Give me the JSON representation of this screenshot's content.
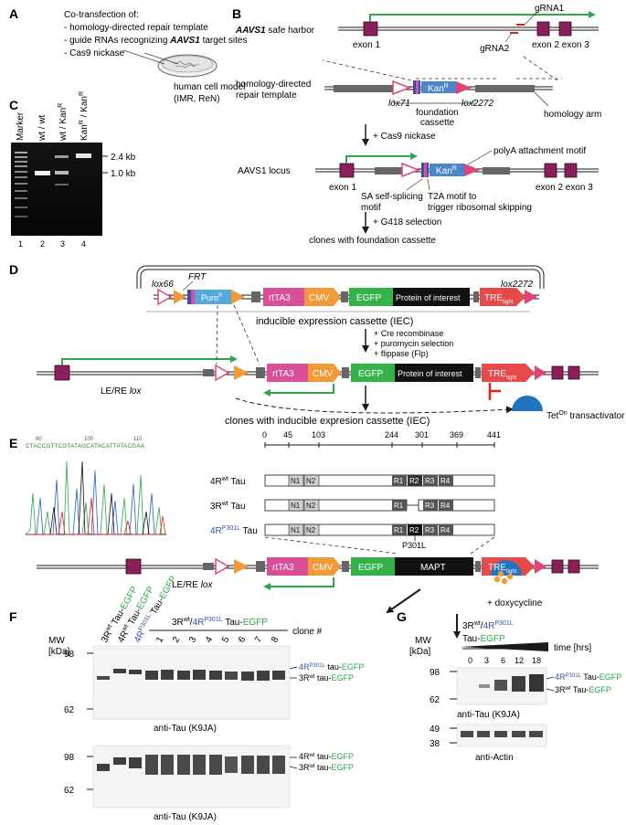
{
  "panels": [
    "A",
    "B",
    "C",
    "D",
    "E",
    "F",
    "G"
  ],
  "panel_a": {
    "lines": [
      "Co-transfection of:",
      "- homology-directed repair template",
      "- guide RNAs recognizing",
      "AAVS1",
      "target sites",
      "- Cas9 nickase"
    ],
    "dish_label_1": "human cell model",
    "dish_label_2": "(IMR, ReN)"
  },
  "panel_b": {
    "safe_harbor_1": "AAVS1",
    "safe_harbor_2": "safe harbor",
    "grna1": "gRNA1",
    "grna2": "gRNA2",
    "exon1": "exon 1",
    "exon23": "exon 2 exon 3",
    "hdr_1": "homology-directed",
    "hdr_2": "repair template",
    "kan": "Kan",
    "kan_sup": "R",
    "lox71": "lox71",
    "lox2272": "lox2272",
    "foundation_1": "foundation",
    "foundation_2": "cassette",
    "homology_arm": "homology arm",
    "cas9": "+ Cas9 nickase",
    "polya": "polyA attachment motif",
    "aavs1_locus": "AAVS1 locus",
    "sa_1": "SA self-splicing",
    "sa_2": "motif",
    "t2a_1": "T2A motif to",
    "t2a_2": "trigger ribosomal skipping",
    "g418": "+ G418 selection",
    "clones": "clones with foundation cassette"
  },
  "panel_c": {
    "lanes": [
      "Marker",
      "wt / wt",
      "wt / Kan",
      "Kan"
    ],
    "lane_sup_3": "R",
    "lane_4_suffix": " / Kan",
    "lane_numbers": [
      "1",
      "2",
      "3",
      "4"
    ],
    "size_24": "2.4 kb",
    "size_10": "1.0 kb"
  },
  "panel_d": {
    "lox66": "lox66",
    "frt": "FRT",
    "puro": "Puro",
    "puro_sup": "R",
    "rtta3": "rtTA3",
    "cmv": "CMV",
    "egfp": "EGFP",
    "protein": "Protein of interest",
    "tre": "TRE",
    "tre_sub": "tight",
    "lox2272": "lox2272",
    "iec": "inducible expression cassette (IEC)",
    "steps": [
      "+ Cre recombinase",
      "+ puromycin selection",
      "+ flippase (Flp)"
    ],
    "lere": "LE/RE",
    "lox": "lox",
    "clones": "clones with inducible expresion cassette (IEC)",
    "teton": "Tet",
    "teton_sup": "On",
    "teton_rest": " transactivator"
  },
  "panel_e": {
    "seq": "CTACCGTTCGTATAGCATACATTATACGAA",
    "seq_ticks": [
      "90",
      "100",
      "110"
    ],
    "scale_ticks": [
      "0",
      "45",
      "103",
      "244",
      "301",
      "369",
      "441"
    ],
    "isoforms": [
      {
        "name": "4R",
        "sup": "wt",
        "rest": " Tau"
      },
      {
        "name": "3R",
        "sup": "wt",
        "rest": " Tau"
      },
      {
        "name": "4R",
        "sup": "P301L",
        "rest": " Tau"
      }
    ],
    "domains": [
      "N1",
      "N2",
      "R1",
      "R2",
      "R3",
      "R4"
    ],
    "p301l": "P301L",
    "rtta3": "rtTA3",
    "cmv": "CMV",
    "egfp": "EGFP",
    "mapt": "MAPT",
    "tre": "TRE",
    "tre_sub": "tight",
    "lere": "LE/RE",
    "lox": "lox",
    "dox": "+ doxycycline"
  },
  "panel_f": {
    "mw": "MW",
    "kda": "[kDa]",
    "markers_top": [
      "98",
      "62"
    ],
    "markers_bottom": [
      "98",
      "62"
    ],
    "lane_headers": [
      {
        "a": "3R",
        "sup": "wt",
        "b": " Tau-",
        "c": "EGFP"
      },
      {
        "a": "4R",
        "sup": "wt",
        "b": " Tau-",
        "c": "EGFP"
      },
      {
        "a": "4R",
        "sup": "P301L",
        "b": " Tau-",
        "c": "EGFP"
      }
    ],
    "group_a": "3R",
    "group_sup1": "wt",
    "group_b": "/",
    "group_c": "4R",
    "group_sup2": "P301L",
    "group_d": " Tau-",
    "group_e": "EGFP",
    "clones": [
      "1",
      "2",
      "3",
      "4",
      "5",
      "6",
      "7",
      "8"
    ],
    "clone_label": "clone #",
    "band_top_1a": "4R",
    "band_top_1s": "P301L",
    "band_top_1b": " tau-",
    "band_top_1c": "EGFP",
    "band_top_2a": "3R",
    "band_top_2s": "wt",
    "band_top_2b": " tau-",
    "band_top_2c": "EGFP",
    "band_bot_1a": "4R",
    "band_bot_1s": "wt",
    "band_bot_1b": " tau-",
    "band_bot_1c": "EGFP",
    "band_bot_2a": "3R",
    "band_bot_2s": "wt",
    "band_bot_2b": " tau-",
    "band_bot_2c": "EGFP",
    "antibody_top": "anti-Tau (K9JA)",
    "antibody_bottom": "anti-Tau (K9JA)"
  },
  "panel_g": {
    "head_a": "3R",
    "head_sup1": "wt",
    "head_b": "/",
    "head_c": "4R",
    "head_sup2": "P301L",
    "head_line2a": "Tau-",
    "head_line2b": "EGFP",
    "mw": "MW",
    "kda": "[kDa]",
    "times": [
      "0",
      "3",
      "6",
      "12",
      "18"
    ],
    "time_label": "time [hrs]",
    "markers_top": [
      "98",
      "62"
    ],
    "markers_bottom": [
      "49",
      "38"
    ],
    "band_1a": "4R",
    "band_1s": "P301L",
    "band_1b": " Tau-",
    "band_1c": "EGFP",
    "band_2a": "3R",
    "band_2s": "wt",
    "band_2b": " Tau-",
    "band_2c": "EGFP",
    "antibody_1": "anti-Tau (K9JA)",
    "antibody_2": "anti-Actin"
  },
  "colors": {
    "exon": "#8a1f5c",
    "green": "#2aa84a",
    "kan": "#4a86c8",
    "puro": "#55a9dc",
    "rtta3": "#d94f9a",
    "cmv": "#f29a38",
    "egfp": "#36b24a",
    "tre": "#e64a4a",
    "navy": "#3a4fa8"
  }
}
